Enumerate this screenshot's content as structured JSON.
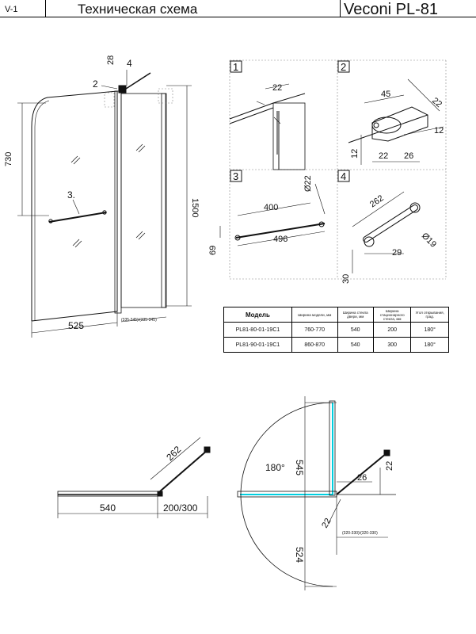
{
  "header": {
    "code": "V-1",
    "title": "Техническая схема",
    "model": "Veconi PL-81"
  },
  "colors": {
    "line": "#111111",
    "dashed": "#888888",
    "cyan": "#00cfe0"
  },
  "main": {
    "dims": {
      "d730": "730",
      "d1500": "1500",
      "d525": "525",
      "d28": "28",
      "d4": "4",
      "d2": "2",
      "d3": "3.",
      "dRange": "(335-345)/(335-345)"
    },
    "details": {
      "n1": "1",
      "n2": "2",
      "n3": "3",
      "n4": "4",
      "d22a": "22",
      "d45": "45",
      "d22b": "22",
      "d12a": "12",
      "d12b": "12",
      "d22c": "22",
      "d26a": "26",
      "d400": "400",
      "dDia22": "Ø22",
      "d496": "496",
      "d69": "69",
      "d262a": "262",
      "dDia19": "Ø19",
      "d29": "29",
      "d30": "30"
    },
    "table": {
      "headers": [
        "Модель",
        "Ширина модели, мм",
        "Ширина стекла двери, мм",
        "Ширина стационарного стекла, мм",
        "Угол открывания, град."
      ],
      "rows": [
        [
          "PL81-80-01-19C1",
          "760-770",
          "540",
          "200",
          "180°"
        ],
        [
          "PL81-90-01-19C1",
          "860-870",
          "540",
          "300",
          "180°"
        ]
      ]
    },
    "plan": {
      "d262": "262",
      "d540": "540",
      "d200300": "200/300",
      "d180": "180°",
      "d545": "545",
      "d524": "524",
      "d26": "26",
      "d22a": "22",
      "d22b": "22",
      "dRange2": "(320-330)/(320-330)"
    }
  }
}
